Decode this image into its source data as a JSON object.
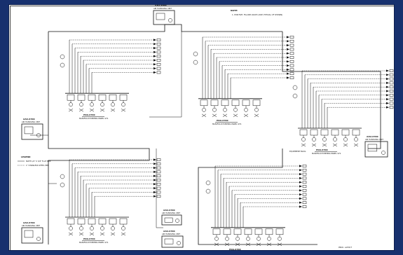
{
  "colors": {
    "background": "#17306e",
    "sheet": "#ffffff",
    "ink": "#111111"
  },
  "notes": {
    "heading": "NOTE:",
    "line1": "1. POSITIVE, FIG-008 VALVE LOOP (TYPICAL OF SHOWN)"
  },
  "legend": {
    "title": "LEGEND",
    "row1": "NOTE 1/2\" X 3/4\" FLAT PIPE",
    "row2": "1\" STAINLESS STEEL PIPE"
  },
  "main_feed_label": "EQUIPMENT BLDG",
  "footer_label": "PROC. LAYOUT",
  "panels": [
    {
      "id": "p1",
      "tag": "PDA-6700",
      "caption": "MANIFOLD PUMPING PANEL SYS"
    },
    {
      "id": "p2",
      "tag": "PDA-6700",
      "caption": "MANIFOLD PUMPING PANEL SYS"
    },
    {
      "id": "p3",
      "tag": "PDA-6700",
      "caption": "MANIFOLD PUMPING PANEL SYS"
    },
    {
      "id": "p4",
      "tag": "PDA-6700",
      "caption": "MANIFOLD PUMPING PANEL SYS"
    },
    {
      "id": "p5",
      "tag": "PDA-6700",
      "caption": "MANIFOLD PUMPING PANEL SYS"
    }
  ],
  "units": [
    {
      "id": "u-top",
      "tag": "AAU-6700",
      "sub": "AIR HANDLING UNIT"
    },
    {
      "id": "u-left",
      "tag": "AAU-6700",
      "sub": "AIR HANDLING UNIT"
    },
    {
      "id": "u-right",
      "tag": "AAU-6700",
      "sub": "AIR HANDLING UNIT"
    },
    {
      "id": "u-bleft",
      "tag": "AAU-6700",
      "sub": "AIR HANDLING UNIT"
    },
    {
      "id": "u-bmid",
      "tag": "AAU-6700",
      "sub": "AIR HANDLING UNIT"
    },
    {
      "id": "u-bmid2",
      "tag": "AAU-6700",
      "sub": "AIR HANDLING UNIT"
    }
  ]
}
